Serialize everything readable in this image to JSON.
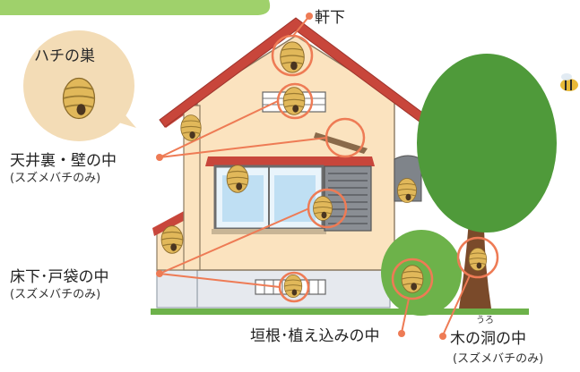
{
  "legend": {
    "title": "ハチの巣"
  },
  "locations": {
    "eaves": {
      "label": "軒下"
    },
    "ceiling_wall": {
      "label": "天井裏・壁の中",
      "note": "(スズメバチのみ)"
    },
    "underfloor": {
      "label": "床下･戸袋の中",
      "note": "(スズメバチのみ)"
    },
    "hedge": {
      "label": "垣根･植え込みの中"
    },
    "tree_hollow": {
      "label": "木の洞の中",
      "ruby": "うろ",
      "note": "(スズメバチのみ)"
    }
  },
  "colors": {
    "top_band": "#9fd16b",
    "bubble": "#f3dcb6",
    "house_wall": "#fbe3bf",
    "roof": "#c8463b",
    "foundation": "#e6e9ee",
    "marker": "#ee7b55",
    "tree_leaves": "#4f9a3a",
    "trunk": "#7a4a2a",
    "grass": "#6db24a",
    "nest": "#e1b85a"
  },
  "icons": [
    "nest-icon",
    "bee-icon"
  ]
}
